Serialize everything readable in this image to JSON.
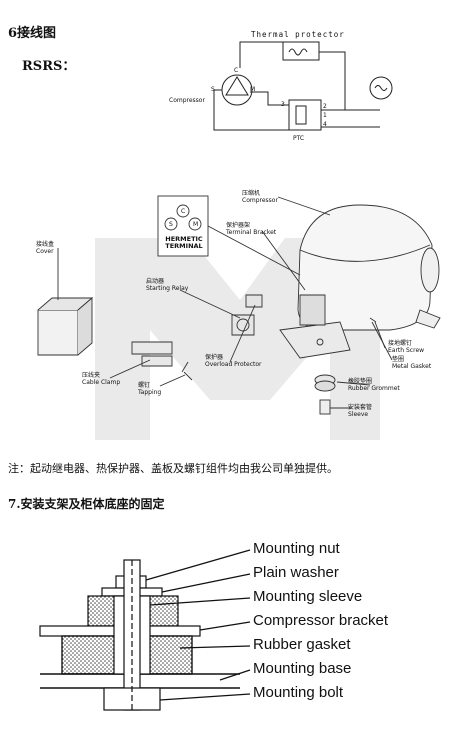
{
  "section6": {
    "title": "6接线图",
    "subtitle": "RSRS：",
    "wiring": {
      "thermal_protector": "Thermal protector",
      "compressor": "Compressor",
      "ptc": "PTC",
      "terminal_c": "C",
      "terminal_s": "S",
      "terminal_m": "M",
      "pin_3": "3",
      "pin_2": "2",
      "pin_1": "1",
      "pin_4": "4"
    },
    "exploded": {
      "hermetic_line1": "HERMETIC",
      "hermetic_line2": "TERMINAL",
      "term_c": "C",
      "term_s": "S",
      "term_m": "M",
      "cover_zh": "接线盒",
      "cover_en": "Cover",
      "compressor_zh": "压缩机",
      "compressor_en": "Compressor",
      "bracket_zh": "保护器架",
      "bracket_en": "Terminal Bracket",
      "relay_zh": "启动器",
      "relay_en": "Starting Relay",
      "protector_zh": "保护器",
      "protector_en": "Overload Protector",
      "clamp_zh": "压线夹",
      "clamp_en": "Cable Clamp",
      "tapping_zh": "螺钉",
      "tapping_en": "Tapping",
      "earth_zh": "接地螺钉",
      "earth_en": "Earth Screw",
      "gasket_zh": "垫圈",
      "gasket_en": "Metal Gasket",
      "grommet_zh": "橡胶垫圈",
      "grommet_en": "Rubber Grommet",
      "sleeve_zh": "安装套管",
      "sleeve_en": "Sleeve"
    },
    "note": "注：起动继电器、热保护器、盖板及螺钉组件均由我公司单独提供。"
  },
  "section7": {
    "title": "7.安装支架及柜体底座的固定",
    "labels": [
      "Mounting nut",
      "Plain washer",
      "Mounting sleeve",
      "Compressor bracket",
      "Rubber gasket",
      "Mounting base",
      "Mounting bolt"
    ]
  }
}
